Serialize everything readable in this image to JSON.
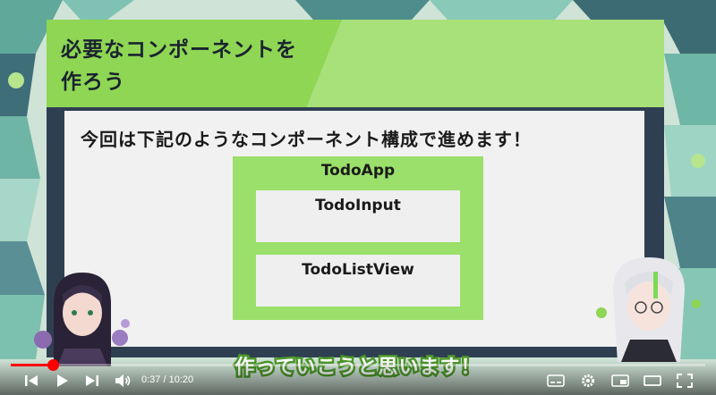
{
  "slide": {
    "title_line1": "必要なコンポーネントを",
    "title_line2": "作ろう",
    "heading": "今回は下記のようなコンポーネント構成で進めます！",
    "components": {
      "root": "TodoApp",
      "child1": "TodoInput",
      "child2": "TodoListView"
    },
    "subtitle": "作っていこうと思います！"
  },
  "player": {
    "current_time": "0:37",
    "duration": "10:20",
    "time_separator": " / ",
    "progress": 0.06,
    "accent_color": "#ff0000"
  },
  "icons": {
    "left_controls": [
      "previous-icon",
      "play-icon",
      "next-icon",
      "volume-icon"
    ],
    "right_controls": [
      "subtitles-icon",
      "settings-icon",
      "miniplayer-icon",
      "theater-icon",
      "fullscreen-icon"
    ]
  }
}
